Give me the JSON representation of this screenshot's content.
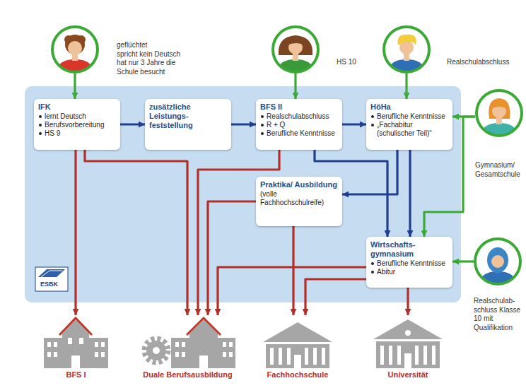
{
  "diagram": {
    "nodes": [
      {
        "text": [
          "geflüchtet",
          "spricht kein Deutsch",
          "hat nur 3 Jahre die Schule besucht"
        ]
      },
      {
        "text": [
          "HS 10"
        ]
      },
      {
        "text": [
          "Realschulabschluss"
        ]
      },
      {
        "text": [
          "Gymnasium/ Gesamtschule"
        ]
      },
      {
        "text": [
          "Realschulab- schluss Klasse 10 mit Qualifikation"
        ]
      },
      {
        "text": [
          "IFK",
          "lernt Deutsch",
          "Berufsvorbereitung",
          "HS 9"
        ]
      },
      {
        "text": [
          "zusätzliche Leistungs- feststellung"
        ]
      },
      {
        "text": [
          "BFS II",
          "Realschulabschluss",
          "R + Q",
          "Berufliche Kenntnisse"
        ]
      },
      {
        "text": [
          "HöHa",
          "Berufliche Kenntnisse",
          "„Fachabitur (schulischer Teil)“"
        ]
      },
      {
        "text": [
          "Praktika/ Ausbildung",
          "(volle Fachhochschulreife)"
        ]
      },
      {
        "text": [
          "Wirtschafts- gymnasium",
          "Berufliche Kenntnisse",
          "Abitur"
        ]
      },
      {
        "text": [
          "BFS I"
        ]
      },
      {
        "text": [
          "Duale Berufsausbildung"
        ]
      },
      {
        "text": [
          "Fachhochschule"
        ]
      },
      {
        "text": [
          "Universität"
        ]
      }
    ],
    "edges": [
      {
        "from": 0,
        "to": 5,
        "arrow": "to"
      },
      {
        "from": 1,
        "to": 7,
        "arrow": "to"
      },
      {
        "from": 2,
        "to": 8,
        "arrow": "to"
      },
      {
        "from": 3,
        "to": 8,
        "arrow": "to"
      },
      {
        "from": 3,
        "to": 10,
        "arrow": "to"
      },
      {
        "from": 4,
        "to": 10,
        "arrow": "to"
      },
      {
        "from": 5,
        "to": 6,
        "arrow": "to"
      },
      {
        "from": 6,
        "to": 7,
        "arrow": "to"
      },
      {
        "from": 7,
        "to": 8,
        "arrow": "to"
      },
      {
        "from": 7,
        "to": 10,
        "arrow": "to"
      },
      {
        "from": 8,
        "to": 9,
        "arrow": "to"
      },
      {
        "from": 8,
        "to": 10,
        "arrow": "to"
      },
      {
        "from": 5,
        "to": 11,
        "arrow": "to"
      },
      {
        "from": 5,
        "to": 12,
        "arrow": "to"
      },
      {
        "from": 7,
        "to": 12,
        "arrow": "to"
      },
      {
        "from": 9,
        "to": 12,
        "arrow": "to"
      },
      {
        "from": 10,
        "to": 12,
        "arrow": "to"
      },
      {
        "from": 9,
        "to": 13,
        "arrow": "to"
      },
      {
        "from": 10,
        "to": 13,
        "arrow": "to"
      },
      {
        "from": 10,
        "to": 14,
        "arrow": "to"
      }
    ],
    "labels": [
      "ESBK"
    ]
  }
}
